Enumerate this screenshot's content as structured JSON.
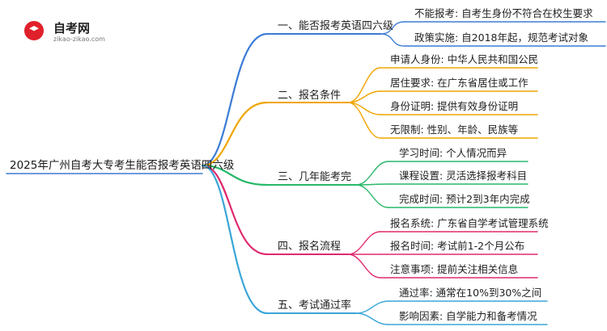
{
  "logo": {
    "title": "自考网",
    "url": "zikao-zikao.com"
  },
  "mindmap": {
    "root": "2025年广州自考大专考生能否报考英语四六级",
    "branches": [
      {
        "label": "一、能否报考英语四六级",
        "color": "#3a7bd5",
        "children": [
          "不能报考: 自考生身份不符合在校生要求",
          "政策实施: 自2018年起，规范考试对象"
        ]
      },
      {
        "label": "二、报名条件",
        "color": "#f0a500",
        "children": [
          "申请人身份: 中华人民共和国公民",
          "居住要求: 在广东省居住或工作",
          "身份证明: 提供有效身份证明",
          "无限制: 性别、年龄、民族等"
        ]
      },
      {
        "label": "三、几年能考完",
        "color": "#27b86a",
        "children": [
          "学习时间: 个人情况而异",
          "课程设置: 灵活选择报考科目",
          "完成时间: 预计2到3年内完成"
        ]
      },
      {
        "label": "四、报名流程",
        "color": "#e0296f",
        "children": [
          "报名系统: 广东省自学考试管理系统",
          "报名时间: 考试前1-2个月公布",
          "注意事项: 提前关注相关信息"
        ]
      },
      {
        "label": "五、考试通过率",
        "color": "#3aa6d8",
        "children": [
          "通过率: 通常在10%到30%之间",
          "影响因素: 自学能力和备考情况"
        ]
      }
    ]
  }
}
